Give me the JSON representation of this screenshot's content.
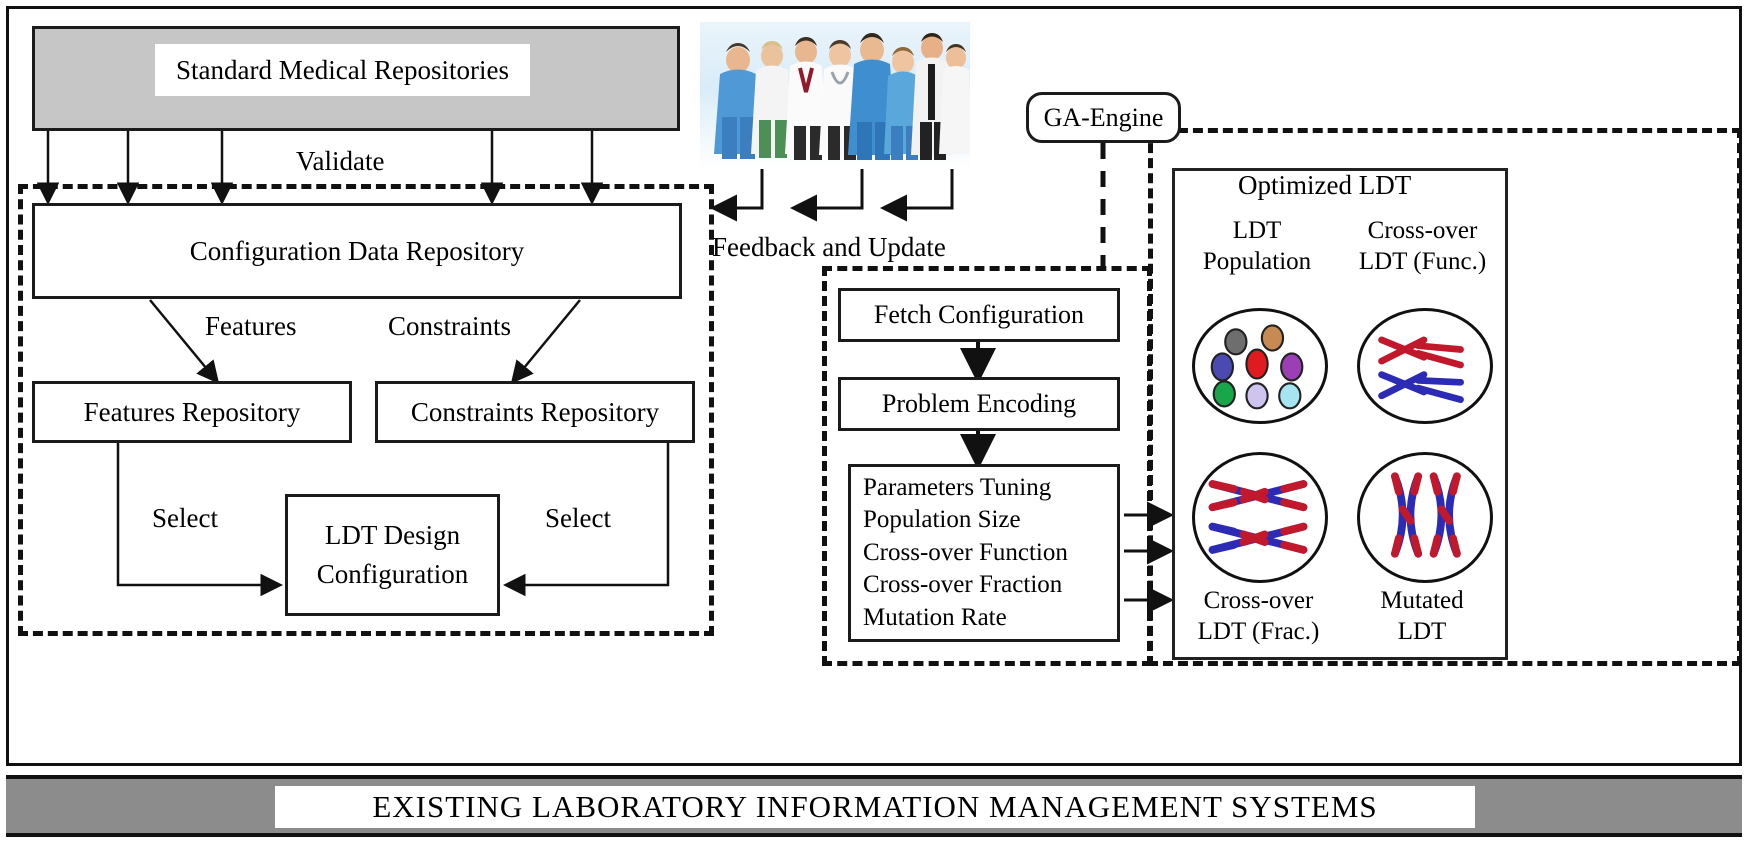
{
  "figure": {
    "footer_banner": "EXISTING  LABORATORY  INFORMATION  MANAGEMENT  SYSTEMS"
  },
  "left_panel": {
    "standard_repositories": "Standard Medical Repositories",
    "validate_label": "Validate",
    "config_repository": "Configuration Data Repository",
    "features_label": "Features",
    "constraints_label": "Constraints",
    "features_repository": "Features Repository",
    "constraints_repository": "Constraints Repository",
    "select_left_label": "Select",
    "select_right_label": "Select",
    "ldt_design_line1": "LDT Design",
    "ldt_design_line2": "Configuration"
  },
  "center": {
    "people_icon": "medical-staff-photo",
    "feedback_label": "Feedback and Update",
    "fetch_configuration": "Fetch Configuration",
    "problem_encoding": "Problem Encoding",
    "parameters": [
      "Parameters Tuning",
      "Population Size",
      "Cross-over Function",
      "Cross-over Fraction",
      "Mutation Rate"
    ]
  },
  "right_panel": {
    "ga_engine": "GA-Engine",
    "optimized_ldt_title": "Optimized LDT",
    "ldt_population_line1": "LDT",
    "ldt_population_line2": "Population",
    "crossover_func_line1": "Cross-over",
    "crossover_func_line2": "LDT (Func.)",
    "crossover_frac_line1": "Cross-over",
    "crossover_frac_line2": "LDT (Frac.)",
    "mutated_line1": "Mutated",
    "mutated_line2": "LDT",
    "population_colors": [
      "#6e6e6e",
      "#c68a52",
      "#4a4ab0",
      "#e01b20",
      "#9c3fb5",
      "#19a54a",
      "#cfc3ef",
      "#a6e4f2"
    ],
    "chromosome_red": "#c2182b",
    "chromosome_blue": "#2b2bb5"
  }
}
